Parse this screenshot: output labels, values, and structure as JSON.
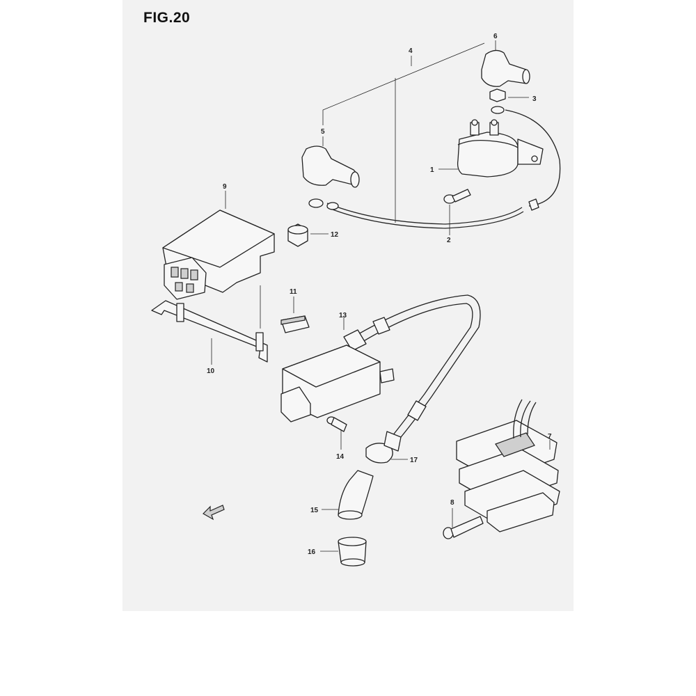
{
  "title": "FIG.20",
  "callouts": [
    {
      "id": "1",
      "label": "1"
    },
    {
      "id": "2",
      "label": "2"
    },
    {
      "id": "3",
      "label": "3"
    },
    {
      "id": "4",
      "label": "4"
    },
    {
      "id": "5",
      "label": "5"
    },
    {
      "id": "6",
      "label": "6"
    },
    {
      "id": "7",
      "label": "7"
    },
    {
      "id": "8",
      "label": "8"
    },
    {
      "id": "9",
      "label": "9"
    },
    {
      "id": "10",
      "label": "10"
    },
    {
      "id": "11",
      "label": "11"
    },
    {
      "id": "12",
      "label": "12"
    },
    {
      "id": "13",
      "label": "13"
    },
    {
      "id": "14",
      "label": "14"
    },
    {
      "id": "15",
      "label": "15"
    },
    {
      "id": "16",
      "label": "16"
    },
    {
      "id": "17",
      "label": "17"
    }
  ],
  "direction_arrow_icon": "front-direction-arrow-icon"
}
